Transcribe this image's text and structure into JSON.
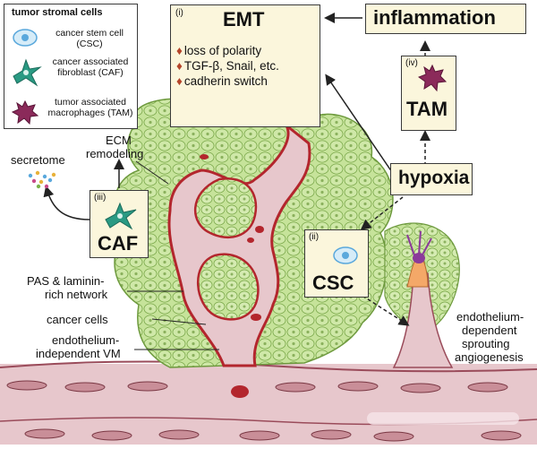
{
  "legend": {
    "title": "tumor stromal cells",
    "items": [
      {
        "icon": "cancer-stem-cell-icon",
        "label": "cancer stem cell (CSC)"
      },
      {
        "icon": "caf-cell-icon",
        "label": "cancer associated fibroblast (CAF)"
      },
      {
        "icon": "tam-cell-icon",
        "label": "tumor associated macrophages (TAM)"
      }
    ]
  },
  "emt": {
    "numeral": "(i)",
    "title": "EMT",
    "bullets": [
      "loss of polarity",
      "TGF-β, Snail, etc.",
      "cadherin switch"
    ]
  },
  "inflammation": "inflammation",
  "tam": {
    "numeral": "(iv)",
    "title": "TAM"
  },
  "hypoxia": "hypoxia",
  "csc": {
    "numeral": "(ii)",
    "title": "CSC"
  },
  "caf": {
    "numeral": "(iii)",
    "title": "CAF"
  },
  "labels": {
    "secretome": "secretome",
    "ecm": [
      "ECM",
      "remodeling"
    ],
    "pas": [
      "PAS & laminin-",
      "rich network"
    ],
    "cancer_cells": "cancer cells",
    "vm": [
      "endothelium-",
      "independent VM"
    ],
    "sprouting": [
      "endothelium-",
      "dependent",
      "sprouting",
      "angiogenesis"
    ]
  },
  "colors": {
    "tumor_green": "#b9dd8c",
    "vessel_pink": "#e7c7cc",
    "vessel_red": "#b3262d",
    "box_fill": "#fbf6dc",
    "caf_teal": "#2a9a83",
    "tam_purple": "#8b2a5a",
    "csc_blue": "#5aa8dc"
  }
}
